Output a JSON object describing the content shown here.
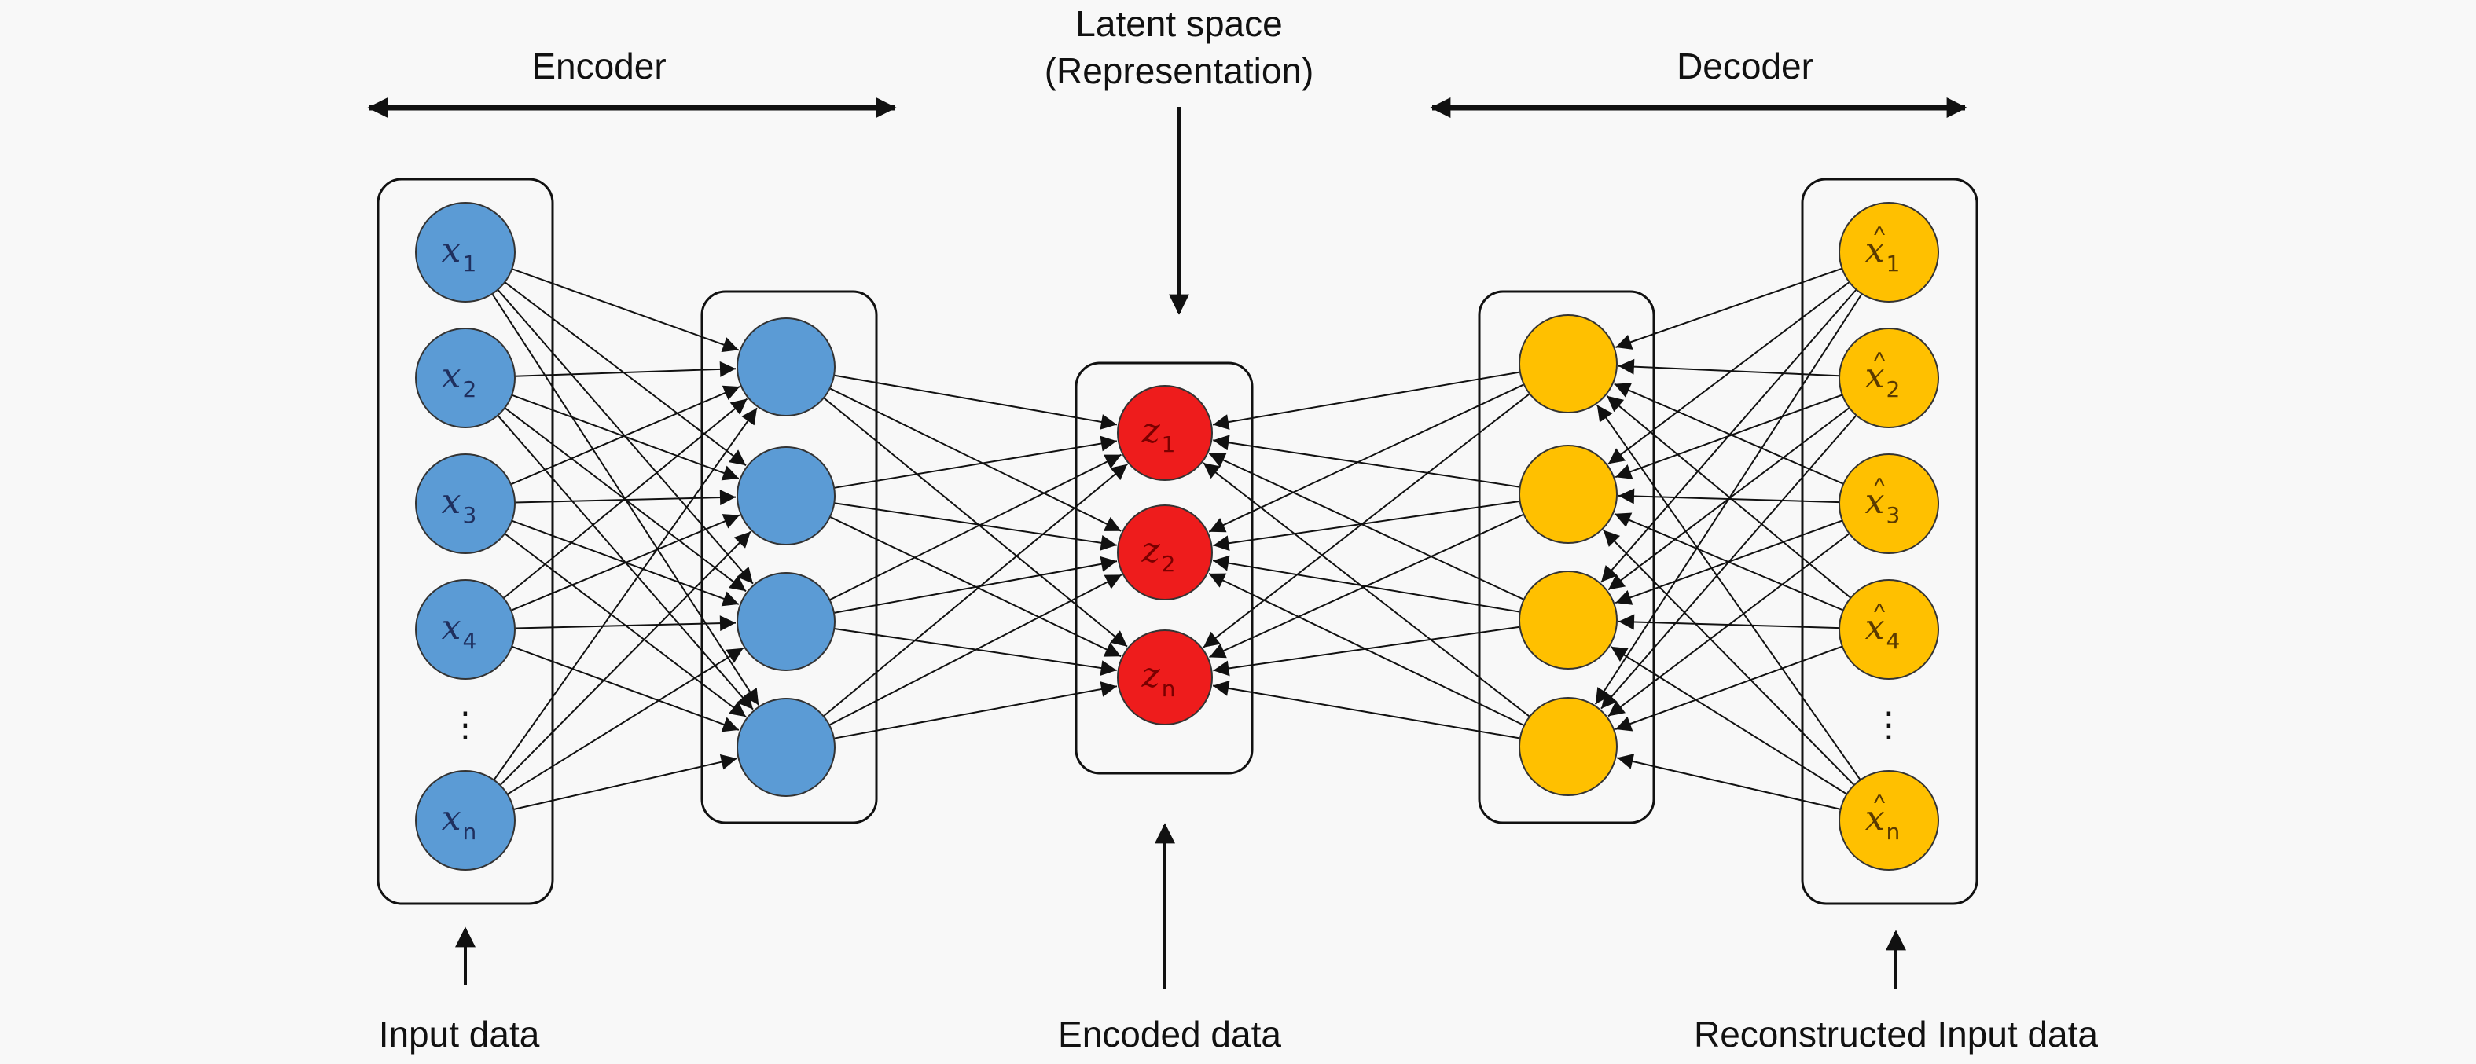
{
  "title_labels": {
    "encoder": "Encoder",
    "latent_line1": "Latent space",
    "latent_line2": "(Representation)",
    "decoder": "Decoder"
  },
  "bottom_labels": {
    "input": "Input data",
    "encoded": "Encoded data",
    "reconstructed": "Reconstructed Input data"
  },
  "colors": {
    "input_node": "#5b9bd5",
    "hidden_encoder_node": "#5b9bd5",
    "latent_node": "#ee1c1c",
    "hidden_decoder_node": "#ffc000",
    "output_node": "#ffc000",
    "edge": "#111111",
    "box_stroke": "#111111",
    "label_blue": "#1f2f5e",
    "label_red": "#7a0000",
    "label_gold": "#5a3a00"
  },
  "layers": [
    {
      "id": "input",
      "name": "Input layer",
      "nodes": [
        {
          "base": "x",
          "sub": "1",
          "hat": false
        },
        {
          "base": "x",
          "sub": "2",
          "hat": false
        },
        {
          "base": "x",
          "sub": "3",
          "hat": false
        },
        {
          "base": "x",
          "sub": "4",
          "hat": false
        },
        {
          "ellipsis": "⋮"
        },
        {
          "base": "x",
          "sub": "n",
          "hat": false
        }
      ]
    },
    {
      "id": "enc_hidden",
      "name": "Encoder hidden layer",
      "nodes": [
        {},
        {},
        {},
        {}
      ]
    },
    {
      "id": "latent",
      "name": "Latent layer",
      "nodes": [
        {
          "base": "z",
          "sub": "1",
          "hat": false
        },
        {
          "base": "z",
          "sub": "2",
          "hat": false
        },
        {
          "base": "z",
          "sub": "n",
          "hat": false
        }
      ]
    },
    {
      "id": "dec_hidden",
      "name": "Decoder hidden layer",
      "nodes": [
        {},
        {},
        {},
        {}
      ]
    },
    {
      "id": "output",
      "name": "Output layer",
      "nodes": [
        {
          "base": "x",
          "sub": "1",
          "hat": true
        },
        {
          "base": "x",
          "sub": "2",
          "hat": true
        },
        {
          "base": "x",
          "sub": "3",
          "hat": true
        },
        {
          "base": "x",
          "sub": "4",
          "hat": true
        },
        {
          "ellipsis": "⋮"
        },
        {
          "base": "x",
          "sub": "n",
          "hat": true
        }
      ]
    }
  ],
  "connections": [
    {
      "from": "input",
      "to": "enc_hidden",
      "direction": "forward",
      "pattern": "dense"
    },
    {
      "from": "enc_hidden",
      "to": "latent",
      "direction": "forward",
      "pattern": "dense"
    },
    {
      "from": "dec_hidden",
      "to": "latent",
      "direction": "arrow-into-latent",
      "pattern": "dense"
    },
    {
      "from": "output",
      "to": "dec_hidden",
      "direction": "arrow-into-hidden",
      "pattern": "dense"
    }
  ]
}
